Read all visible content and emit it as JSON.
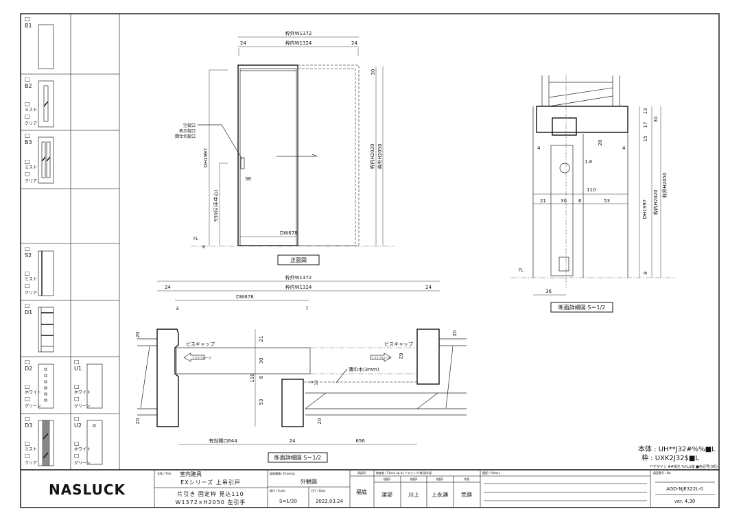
{
  "sidebar": {
    "checkbox": "□",
    "panels": [
      {
        "code": "B1",
        "options": []
      },
      {
        "code": "B2",
        "options": [
          "ミスト",
          "クリア"
        ]
      },
      {
        "code": "B3",
        "options": [
          "ミスト",
          "クリア"
        ]
      },
      {
        "code": "S2",
        "options": [
          "ミスト",
          "クリア"
        ]
      },
      {
        "code": "D1",
        "options": []
      },
      {
        "code": "D2",
        "options": [
          "ホワイト",
          "グリーン"
        ]
      },
      {
        "code": "U1",
        "options": [
          "ホワイト",
          "グリーン"
        ]
      },
      {
        "code": "D3",
        "options": [
          "ミスト",
          "クリア"
        ]
      },
      {
        "code": "U2",
        "options": [
          "ホワイト",
          "グリーン"
        ]
      }
    ]
  },
  "front_view": {
    "outer_width": "枠外W1372",
    "inner_width": "枠内W1324",
    "side_left": "24",
    "side_right": "24",
    "top_gap": "30",
    "door_height": "DH1997",
    "handle_height": "930(引手中心)",
    "handle_offset": "38",
    "door_width": "DW678",
    "inner_height": "枠内H2020",
    "outer_height": "枠外H2050",
    "floor": "FL",
    "floor_gap": "8",
    "callouts": [
      "空錠口",
      "表示錠口",
      "間仕切錠口"
    ],
    "caption": "正面図"
  },
  "plan_section": {
    "outer_width": "枠外W1372",
    "inner_width": "枠内W1324",
    "side_left": "24",
    "side_right": "24",
    "door_width": "DW678",
    "gap_left": "3",
    "gap_right": "7",
    "screw_cap_left": "ビスキャップ",
    "screw_cap_right": "ビスキャップ",
    "soft_close_left": "ソフトクローズ",
    "soft_close_right": "ソフトクローズ",
    "baseboard": "薄巾木(3mm)",
    "dims": {
      "d21": "21",
      "d30": "30",
      "d6": "6",
      "d53": "53",
      "d110": "110",
      "d5": "5",
      "d10": "10",
      "d62": "62",
      "d20a": "20",
      "d20b": "20",
      "d20c": "20",
      "d20d": "20"
    },
    "effective_opening": "有効開口644",
    "center_jamb": "24",
    "right_span": "656",
    "caption": "断面詳細図 S＝1/2"
  },
  "vertical_section": {
    "dims": {
      "d13": "13",
      "d17": "17",
      "d15": "15",
      "d30": "30",
      "d20": "20",
      "d4a": "4",
      "d4b": "4",
      "d1_8": "1.8",
      "d110": "110",
      "d21": "21",
      "d30b": "30",
      "d6": "6",
      "d53": "53",
      "d8": "8",
      "d36": "36"
    },
    "door_height": "DH1997",
    "inner_height": "枠内H2020",
    "outer_height": "枠外H2050",
    "floor": "FL",
    "caption": "断面詳細図 S＝1/2"
  },
  "product_codes": {
    "body": "本体 : UH**J32#%%■L",
    "frame": "枠 : UXK2J32$■L",
    "note": "**デザイン  ##採光  %%,$錠  ■色記号(3桁)"
  },
  "title_block": {
    "logo": "NASLUCK",
    "title_header": "名称 / Title",
    "title_line1": "室内建具",
    "title_line2": "EXシリーズ 上吊引戸",
    "title_line3": "片引き 固定枠 見込110",
    "title_line4": "W1372×H2050 左引手",
    "drawing_header": "図面種類 / Drawing",
    "drawing_value": "外観図",
    "scale_header": "縮尺 / Scale",
    "scale_value": "S=1/20",
    "date_header": "日付 / Date",
    "date_value": "2022.03.24",
    "approval_header": "承認印",
    "approval_value": "福庭",
    "check_header": "検査者 / Check up by ナスラック(株)設計部",
    "checkers": [
      {
        "role": "検図3",
        "name": "渡部"
      },
      {
        "role": "検図2",
        "name": "川上"
      },
      {
        "role": "検図1",
        "name": "上永瀬"
      },
      {
        "role": "作図",
        "name": "荒蒔"
      }
    ],
    "history_header": "履歴 / History",
    "number_header": "図面番号 / No.",
    "number_value": "AGD-NJE322L-0",
    "version": "ver. 4.30"
  }
}
